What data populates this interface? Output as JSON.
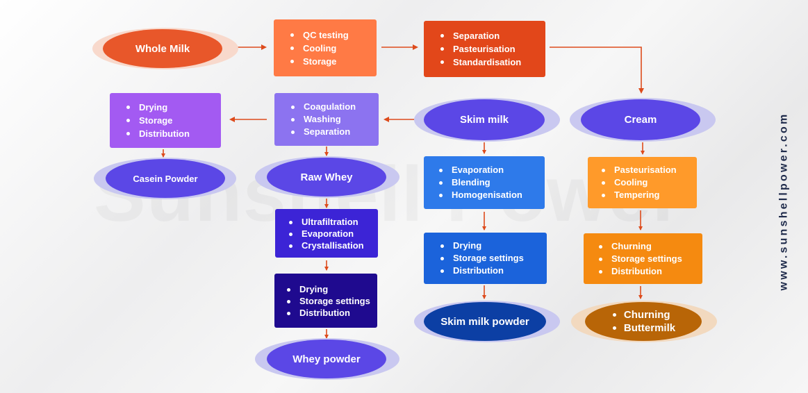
{
  "watermark": "Sunshell Power",
  "website": "www.sunshellpower.com",
  "colors": {
    "whole_milk": "#e8572a",
    "step1": "#ff7a45",
    "step2": "#e2471a",
    "casein_box": "#a35af2",
    "coag_box": "#8c73f0",
    "oval_purple": "#5b47e6",
    "halo_purple": "#c9c8f0",
    "uf_box": "#3c24d6",
    "dry_box": "#1f0a8f",
    "blue1": "#2e7aea",
    "blue2": "#1b63db",
    "skim_powder": "#0c3fa4",
    "orange1": "#ff9a2a",
    "orange2": "#f58a10",
    "butter": "#b86507",
    "arrow": "#dd4b1c"
  },
  "nodes": {
    "whole_milk": "Whole Milk",
    "step1": [
      "QC testing",
      "Cooling",
      "Storage"
    ],
    "step2": [
      "Separation",
      "Pasteurisation",
      "Standardisation"
    ],
    "cream": "Cream",
    "skim_milk": "Skim milk",
    "coagulation": [
      "Coagulation",
      "Washing",
      "Separation"
    ],
    "casein_steps": [
      "Drying",
      "Storage",
      "Distribution"
    ],
    "casein_powder": "Casein Powder",
    "raw_whey": "Raw Whey",
    "ultrafiltration": [
      "Ultrafiltration",
      "Evaporation",
      "Crystallisation"
    ],
    "whey_drying": [
      "Drying",
      "Storage settings",
      "Distribution"
    ],
    "whey_powder": "Whey powder",
    "evaporation": [
      "Evaporation",
      "Blending",
      "Homogenisation"
    ],
    "skim_drying": [
      "Drying",
      "Storage settings",
      "Distribution"
    ],
    "skim_milk_powder": "Skim milk powder",
    "cream_pasteurisation": [
      "Pasteurisation",
      "Cooling",
      "Tempering"
    ],
    "churning": [
      "Churning",
      "Storage settings",
      "Distribution"
    ],
    "buttermilk": [
      "Churning",
      "Buttermilk"
    ]
  }
}
